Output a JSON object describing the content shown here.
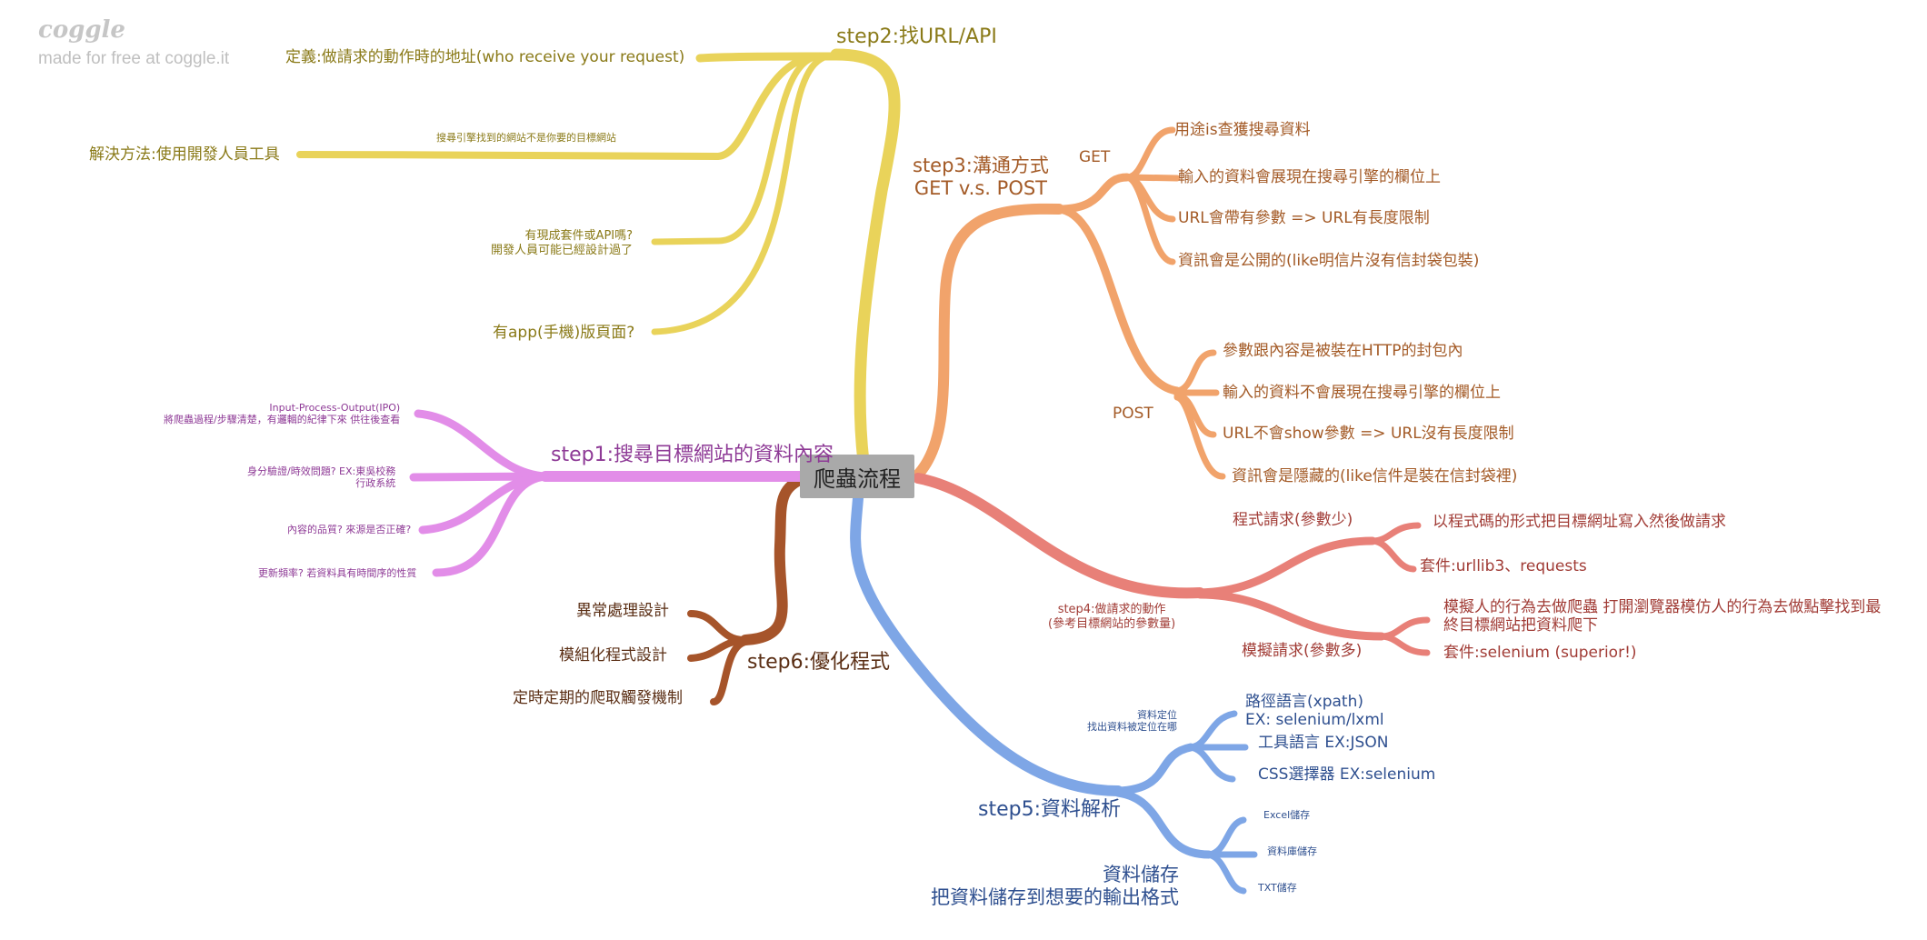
{
  "brand": {
    "logo": "coggle",
    "tagline": "made for free at coggle.it"
  },
  "center": {
    "label": "爬蟲流程"
  },
  "branches": {
    "step1": {
      "label": "step1:搜尋目標網站的資料內容",
      "color": "#e28de8",
      "children": [
        {
          "line1": "Input-Process-Output(IPO)",
          "line2": "將爬蟲過程/步驟清楚，有邏輯的紀律下來 供往後查看"
        },
        {
          "line1": "身分驗證/時效問題? EX:東吳校務",
          "line2": "行政系統"
        },
        {
          "line1": "內容的品質? 來源是否正確?"
        },
        {
          "line1": "更新頻率? 若資料具有時間序的性質"
        }
      ]
    },
    "step2": {
      "label": "step2:找URL/API",
      "color": "#e9d35a",
      "children": [
        {
          "line1": "定義:做請求的動作時的地址(who receive your request)"
        },
        {
          "line1": "解決方法:使用開發人員工具",
          "note": "搜尋引擎找到的網站不是你要的目標網站"
        },
        {
          "line1": "有現成套件或API嗎?",
          "line2": "開發人員可能已經設計過了"
        },
        {
          "line1": "有app(手機)版頁面?"
        }
      ]
    },
    "step3": {
      "label1": "step3:溝通方式",
      "label2": "GET v.s. POST",
      "color": "#f1a36b",
      "get": {
        "label": "GET",
        "items": [
          "用途is查獲搜尋資料",
          "輸入的資料會展現在搜尋引擎的欄位上",
          "URL會帶有參數 => URL有長度限制",
          "資訊會是公開的(like明信片沒有信封袋包裝)"
        ]
      },
      "post": {
        "label": "POST",
        "items": [
          "參數跟內容是被裝在HTTP的封包內",
          "輸入的資料不會展現在搜尋引擎的欄位上",
          "URL不會show參數 => URL沒有長度限制",
          "資訊會是隱藏的(like信件是裝在信封袋裡)"
        ]
      }
    },
    "step4": {
      "label1": "step4:做請求的動作",
      "label2": "(參考目標網站的參數量)",
      "color": "#e88078",
      "program": {
        "label": "程式請求(參數少)",
        "items": [
          "以程式碼的形式把目標網址寫入然後做請求",
          "套件:urllib3、requests"
        ]
      },
      "simulate": {
        "label": "模擬請求(參數多)",
        "items": [
          {
            "line1": "模擬人的行為去做爬蟲 打開瀏覽器模仿人的行為去做點擊找到最",
            "line2": "終目標網站把資料爬下"
          },
          {
            "line1": "套件:selenium (superior!)"
          }
        ]
      }
    },
    "step5": {
      "label": "step5:資料解析",
      "color": "#7ea6e6",
      "locate": {
        "line1": "資料定位",
        "line2": "找出資料被定位在哪",
        "items": [
          {
            "line1": "路徑語言(xpath)",
            "line2": "EX: selenium/lxml"
          },
          {
            "line1": "工具語言 EX:JSON"
          },
          {
            "line1": "CSS選擇器 EX:selenium"
          }
        ]
      },
      "store": {
        "line1": "資料儲存",
        "line2": "把資料儲存到想要的輸出格式",
        "items": [
          "Excel儲存",
          "資料庫儲存",
          "TXT儲存"
        ]
      }
    },
    "step6": {
      "label": "step6:優化程式",
      "color": "#a6542a",
      "items": [
        "異常處理設計",
        "模組化程式設計",
        "定時定期的爬取觸發機制"
      ]
    }
  }
}
